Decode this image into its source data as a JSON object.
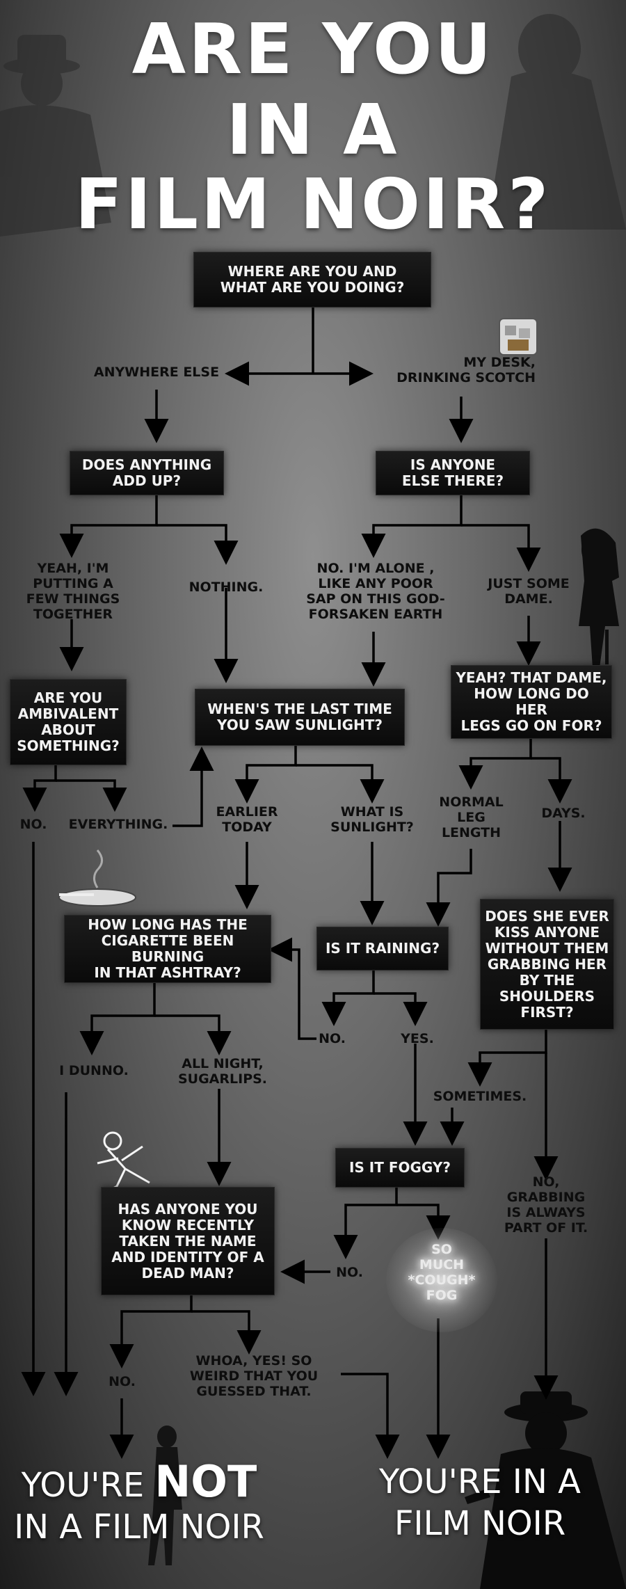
{
  "title": {
    "line1": "ARE YOU",
    "line2": "IN A",
    "line3": "FILM NOIR?"
  },
  "boxes": {
    "where": "WHERE ARE YOU AND\nWHAT ARE YOU DOING?",
    "add_up": "DOES ANYTHING\nADD UP?",
    "anyone_else": "IS ANYONE\nELSE THERE?",
    "ambivalent": "ARE YOU\nAMBIVALENT\nABOUT\nSOMETHING?",
    "sunlight": "WHEN'S THE LAST TIME\nYOU SAW SUNLIGHT?",
    "legs": "YEAH? THAT DAME,\nHOW LONG DO HER\nLEGS GO ON FOR?",
    "cigarette": "HOW LONG HAS THE\nCIGARETTE BEEN BURNING\nIN THAT ASHTRAY?",
    "raining": "IS IT RAINING?",
    "kiss": "DOES SHE EVER\nKISS ANYONE\nWITHOUT THEM\nGRABBING HER\nBY THE\nSHOULDERS\nFIRST?",
    "foggy": "IS IT FOGGY?",
    "dead_man": "HAS ANYONE YOU\nKNOW RECENTLY\nTAKEN THE NAME\nAND IDENTITY OF A\nDEAD MAN?"
  },
  "labels": {
    "anywhere_else": "ANYWHERE ELSE",
    "my_desk": "MY DESK,\nDRINKING SCOTCH",
    "putting_together": "YEAH, I'M\nPUTTING A\nFEW THINGS\nTOGETHER",
    "nothing": "NOTHING.",
    "alone": "NO. I'M ALONE ,\nLIKE ANY POOR\nSAP ON THIS GOD-\nFORSAKEN EARTH",
    "just_some_dame": "JUST SOME\nDAME.",
    "no_ambivalent": "NO.",
    "everything": "EVERYTHING.",
    "earlier_today": "EARLIER\nTODAY",
    "what_is_sunlight": "WHAT IS\nSUNLIGHT?",
    "normal_leg": "NORMAL\nLEG\nLENGTH",
    "days": "DAYS.",
    "no_rain": "NO.",
    "yes_rain": "YES.",
    "i_dunno": "I DUNNO.",
    "all_night": "ALL NIGHT,\nSUGARLIPS.",
    "sometimes": "SOMETIMES.",
    "no_grabbing": "NO,\nGRABBING\nIS ALWAYS\nPART OF IT.",
    "no_fog": "NO.",
    "so_much_fog": "SO\nMUCH\n*COUGH*\nFOG",
    "no_dead": "NO.",
    "whoa_yes": "WHOA, YES! SO\nWEIRD THAT YOU\nGUESSED THAT."
  },
  "results": {
    "not_prefix": "YOU'RE",
    "not_word": "NOT",
    "not_suffix": "IN A FILM NOIR",
    "yes_line1": "YOU'RE IN A",
    "yes_line2": "FILM NOIR"
  }
}
